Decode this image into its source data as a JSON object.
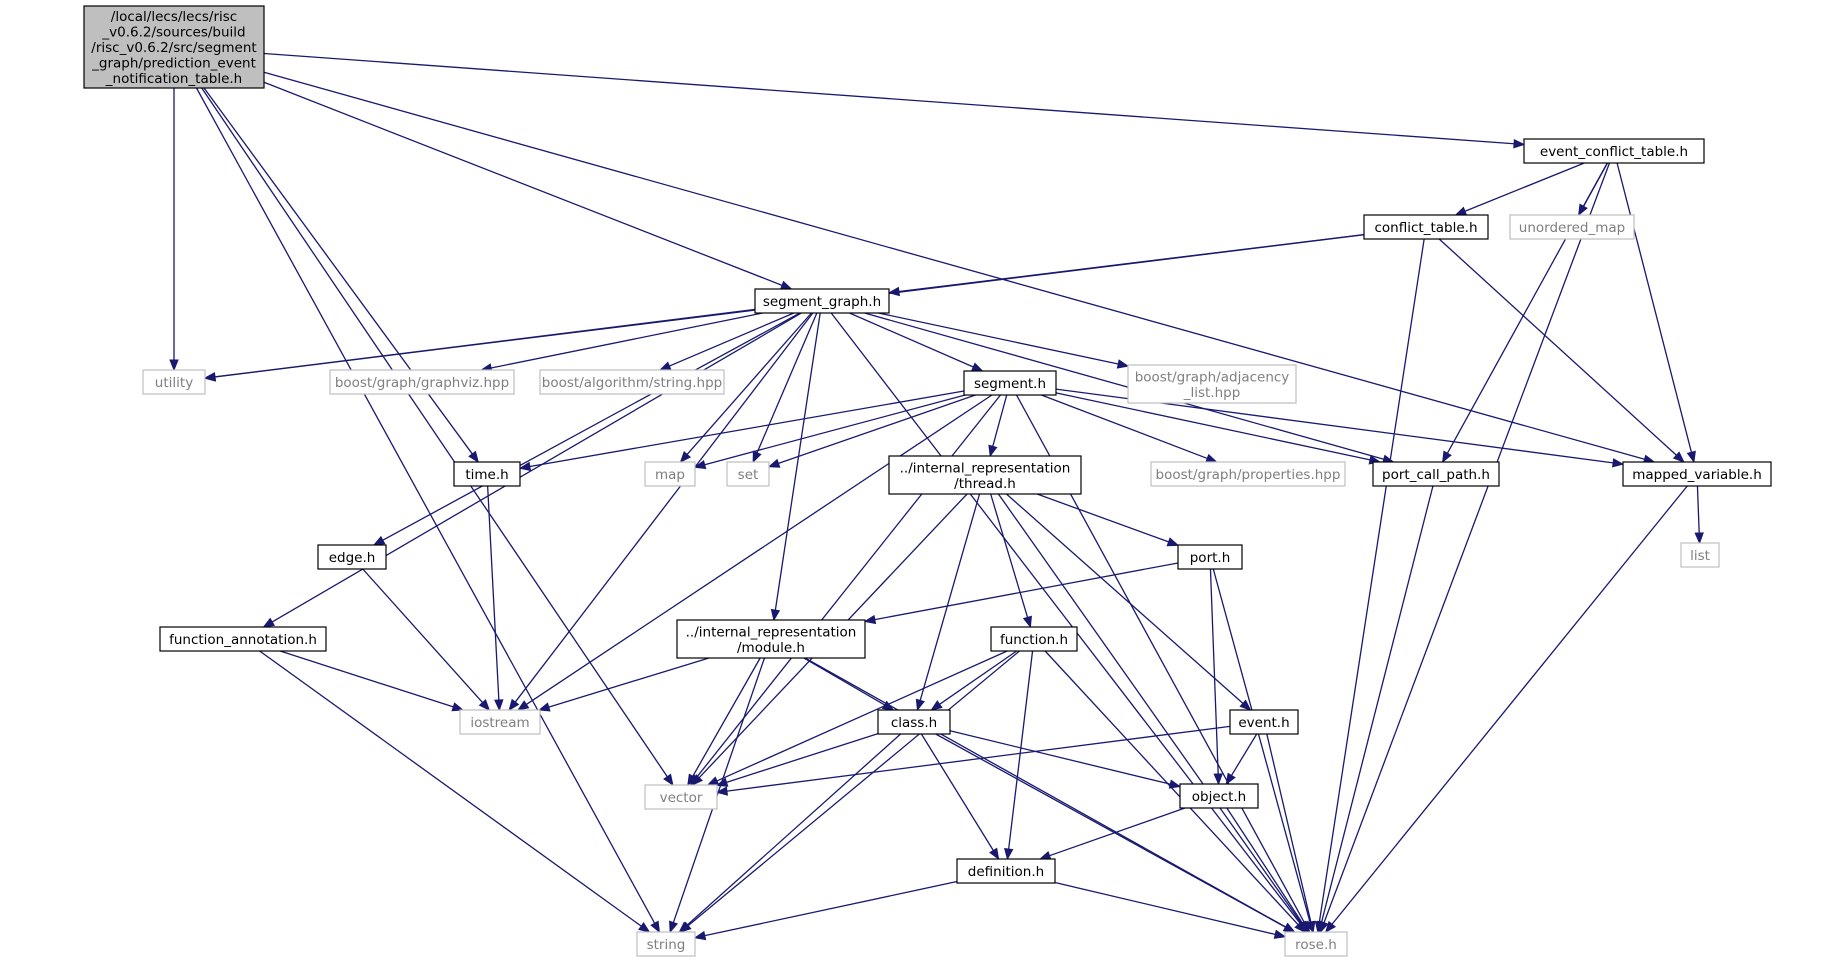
{
  "graph": {
    "colors": {
      "edge": "#191970",
      "source_fill": "#bfbfbf",
      "local_border": "#000000",
      "external_border": "#bfbfbf",
      "external_text": "#7f7f7f"
    },
    "nodes": [
      {
        "id": "src",
        "kind": "source",
        "lines": [
          "/local/lecs/lecs/risc",
          "_v0.6.2/sources/build",
          "/risc_v0.6.2/src/segment",
          "_graph/prediction_event",
          "_notification_table.h"
        ]
      },
      {
        "id": "event_conflict_table",
        "kind": "local",
        "lines": [
          "event_conflict_table.h"
        ]
      },
      {
        "id": "conflict_table",
        "kind": "local",
        "lines": [
          "conflict_table.h"
        ]
      },
      {
        "id": "unordered_map",
        "kind": "external",
        "lines": [
          "unordered_map"
        ]
      },
      {
        "id": "segment_graph",
        "kind": "local",
        "lines": [
          "segment_graph.h"
        ]
      },
      {
        "id": "utility",
        "kind": "external",
        "lines": [
          "utility"
        ]
      },
      {
        "id": "graphviz",
        "kind": "external",
        "lines": [
          "boost/graph/graphviz.hpp"
        ]
      },
      {
        "id": "algorithm_string",
        "kind": "external",
        "lines": [
          "boost/algorithm/string.hpp"
        ]
      },
      {
        "id": "adjacency_list",
        "kind": "external",
        "lines": [
          "boost/graph/adjacency",
          "_list.hpp"
        ]
      },
      {
        "id": "segment",
        "kind": "local",
        "lines": [
          "segment.h"
        ]
      },
      {
        "id": "time",
        "kind": "local",
        "lines": [
          "time.h"
        ]
      },
      {
        "id": "map",
        "kind": "external",
        "lines": [
          "map"
        ]
      },
      {
        "id": "set",
        "kind": "external",
        "lines": [
          "set"
        ]
      },
      {
        "id": "thread",
        "kind": "local",
        "lines": [
          "../internal_representation",
          "/thread.h"
        ]
      },
      {
        "id": "properties",
        "kind": "external",
        "lines": [
          "boost/graph/properties.hpp"
        ]
      },
      {
        "id": "port_call_path",
        "kind": "local",
        "lines": [
          "port_call_path.h"
        ]
      },
      {
        "id": "mapped_variable",
        "kind": "local",
        "lines": [
          "mapped_variable.h"
        ]
      },
      {
        "id": "list",
        "kind": "external",
        "lines": [
          "list"
        ]
      },
      {
        "id": "edge",
        "kind": "local",
        "lines": [
          "edge.h"
        ]
      },
      {
        "id": "port",
        "kind": "local",
        "lines": [
          "port.h"
        ]
      },
      {
        "id": "function_annotation",
        "kind": "local",
        "lines": [
          "function_annotation.h"
        ]
      },
      {
        "id": "module",
        "kind": "local",
        "lines": [
          "../internal_representation",
          "/module.h"
        ]
      },
      {
        "id": "function",
        "kind": "local",
        "lines": [
          "function.h"
        ]
      },
      {
        "id": "iostream",
        "kind": "external",
        "lines": [
          "iostream"
        ]
      },
      {
        "id": "class",
        "kind": "local",
        "lines": [
          "class.h"
        ]
      },
      {
        "id": "event",
        "kind": "local",
        "lines": [
          "event.h"
        ]
      },
      {
        "id": "vector",
        "kind": "external",
        "lines": [
          "vector"
        ]
      },
      {
        "id": "object",
        "kind": "local",
        "lines": [
          "object.h"
        ]
      },
      {
        "id": "definition",
        "kind": "local",
        "lines": [
          "definition.h"
        ]
      },
      {
        "id": "string",
        "kind": "external",
        "lines": [
          "string"
        ]
      },
      {
        "id": "rose",
        "kind": "external",
        "lines": [
          "rose.h"
        ]
      }
    ],
    "edges": [
      [
        "src",
        "event_conflict_table"
      ],
      [
        "src",
        "segment_graph"
      ],
      [
        "src",
        "utility"
      ],
      [
        "src",
        "time"
      ],
      [
        "src",
        "vector"
      ],
      [
        "src",
        "string"
      ],
      [
        "src",
        "mapped_variable"
      ],
      [
        "event_conflict_table",
        "conflict_table"
      ],
      [
        "event_conflict_table",
        "unordered_map"
      ],
      [
        "event_conflict_table",
        "port_call_path"
      ],
      [
        "event_conflict_table",
        "mapped_variable"
      ],
      [
        "event_conflict_table",
        "rose"
      ],
      [
        "conflict_table",
        "segment_graph"
      ],
      [
        "conflict_table",
        "utility"
      ],
      [
        "conflict_table",
        "mapped_variable"
      ],
      [
        "conflict_table",
        "rose"
      ],
      [
        "segment_graph",
        "utility"
      ],
      [
        "segment_graph",
        "graphviz"
      ],
      [
        "segment_graph",
        "algorithm_string"
      ],
      [
        "segment_graph",
        "adjacency_list"
      ],
      [
        "segment_graph",
        "segment"
      ],
      [
        "segment_graph",
        "map"
      ],
      [
        "segment_graph",
        "set"
      ],
      [
        "segment_graph",
        "port_call_path"
      ],
      [
        "segment_graph",
        "edge"
      ],
      [
        "segment_graph",
        "function_annotation"
      ],
      [
        "segment_graph",
        "module"
      ],
      [
        "segment_graph",
        "iostream"
      ],
      [
        "segment_graph",
        "rose"
      ],
      [
        "segment",
        "time"
      ],
      [
        "segment",
        "map"
      ],
      [
        "segment",
        "set"
      ],
      [
        "segment",
        "thread"
      ],
      [
        "segment",
        "properties"
      ],
      [
        "segment",
        "port_call_path"
      ],
      [
        "segment",
        "mapped_variable"
      ],
      [
        "segment",
        "iostream"
      ],
      [
        "segment",
        "vector"
      ],
      [
        "segment",
        "rose"
      ],
      [
        "time",
        "iostream"
      ],
      [
        "edge",
        "iostream"
      ],
      [
        "function_annotation",
        "iostream"
      ],
      [
        "function_annotation",
        "string"
      ],
      [
        "thread",
        "port"
      ],
      [
        "thread",
        "function"
      ],
      [
        "thread",
        "class"
      ],
      [
        "thread",
        "event"
      ],
      [
        "thread",
        "vector"
      ],
      [
        "thread",
        "rose"
      ],
      [
        "port",
        "module"
      ],
      [
        "port",
        "object"
      ],
      [
        "port",
        "rose"
      ],
      [
        "module",
        "iostream"
      ],
      [
        "module",
        "class"
      ],
      [
        "module",
        "vector"
      ],
      [
        "module",
        "string"
      ],
      [
        "module",
        "rose"
      ],
      [
        "function",
        "class"
      ],
      [
        "function",
        "vector"
      ],
      [
        "function",
        "definition"
      ],
      [
        "function",
        "string"
      ],
      [
        "function",
        "rose"
      ],
      [
        "class",
        "vector"
      ],
      [
        "class",
        "object"
      ],
      [
        "class",
        "definition"
      ],
      [
        "class",
        "string"
      ],
      [
        "class",
        "rose"
      ],
      [
        "event",
        "vector"
      ],
      [
        "event",
        "object"
      ],
      [
        "event",
        "rose"
      ],
      [
        "object",
        "definition"
      ],
      [
        "object",
        "rose"
      ],
      [
        "definition",
        "string"
      ],
      [
        "definition",
        "rose"
      ],
      [
        "port_call_path",
        "rose"
      ],
      [
        "mapped_variable",
        "list"
      ],
      [
        "mapped_variable",
        "rose"
      ]
    ]
  }
}
